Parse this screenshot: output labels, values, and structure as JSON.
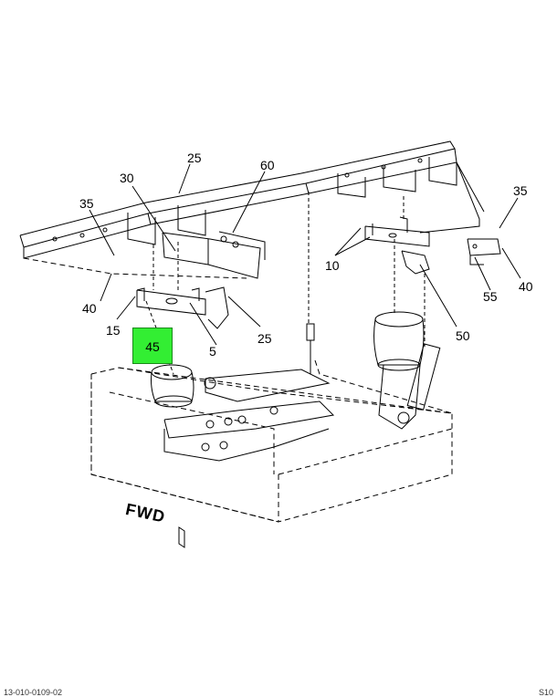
{
  "callouts": {
    "c25_top": "25",
    "c30": "30",
    "c60": "60",
    "c35_left": "35",
    "c35_right": "35",
    "c10": "10",
    "c40_left": "40",
    "c40_right": "40",
    "c15": "15",
    "c5": "5",
    "c25_mid": "25",
    "c50": "50",
    "c55": "55"
  },
  "highlight": {
    "label": "45",
    "color": "#33ee33"
  },
  "direction": {
    "label": "FWD"
  },
  "footer": {
    "left": "13-010-0109-02",
    "right": "S10"
  }
}
